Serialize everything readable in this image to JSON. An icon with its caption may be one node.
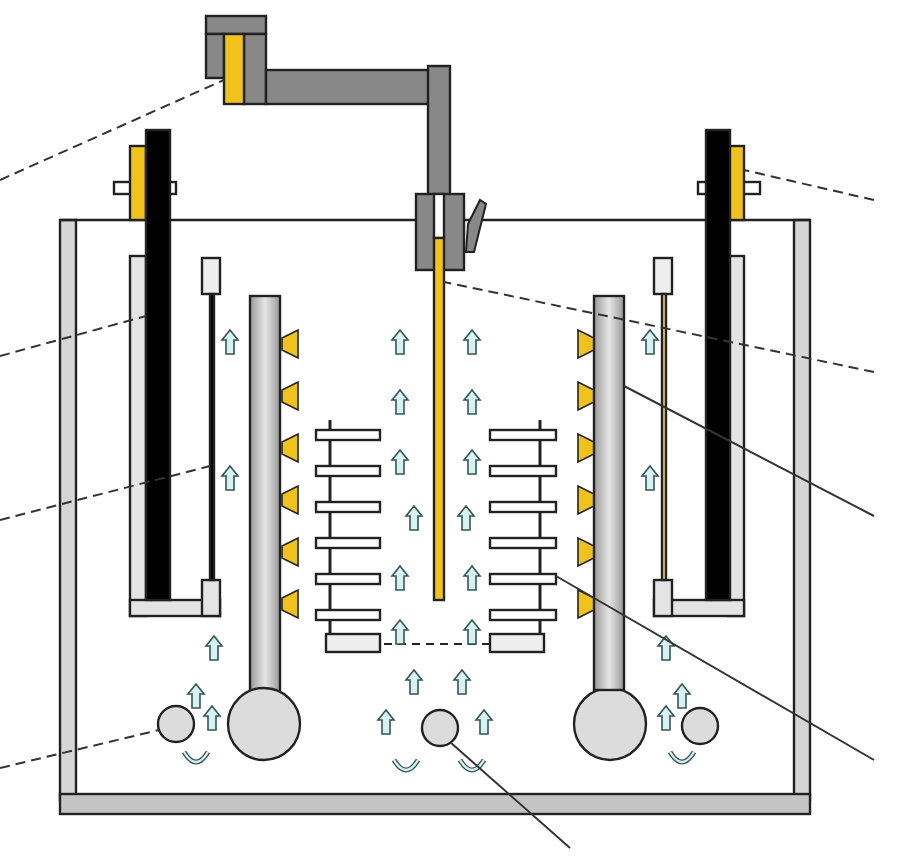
{
  "diagram": {
    "nodes": [
      {
        "text": [],
        "shape": "box"
      },
      {
        "text": [],
        "shape": "bar"
      },
      {
        "text": [],
        "shape": "bar"
      },
      {
        "text": [],
        "shape": "circle"
      },
      {
        "text": [],
        "shape": "box"
      },
      {
        "text": [],
        "shape": "bar"
      },
      {
        "text": [],
        "shape": "bar"
      },
      {
        "text": [],
        "shape": "box"
      },
      {
        "text": [],
        "shape": "circle"
      },
      {
        "text": [],
        "shape": "bar"
      },
      {
        "text": [],
        "shape": "circle"
      }
    ],
    "edges": [
      {
        "from": null,
        "to": 0,
        "arrow": "none",
        "style": "dashed"
      },
      {
        "from": null,
        "to": 1,
        "arrow": "none",
        "style": "dashed"
      },
      {
        "from": null,
        "to": 2,
        "arrow": "none",
        "style": "dashed"
      },
      {
        "from": null,
        "to": 3,
        "arrow": "none",
        "style": "dashed"
      },
      {
        "from": null,
        "to": 4,
        "arrow": "none",
        "style": "dashed"
      },
      {
        "from": null,
        "to": 5,
        "arrow": "none",
        "style": "dashed"
      },
      {
        "from": null,
        "to": 6,
        "arrow": "none"
      },
      {
        "from": null,
        "to": 7,
        "arrow": "none"
      },
      {
        "from": null,
        "to": 8,
        "arrow": "none"
      }
    ]
  }
}
